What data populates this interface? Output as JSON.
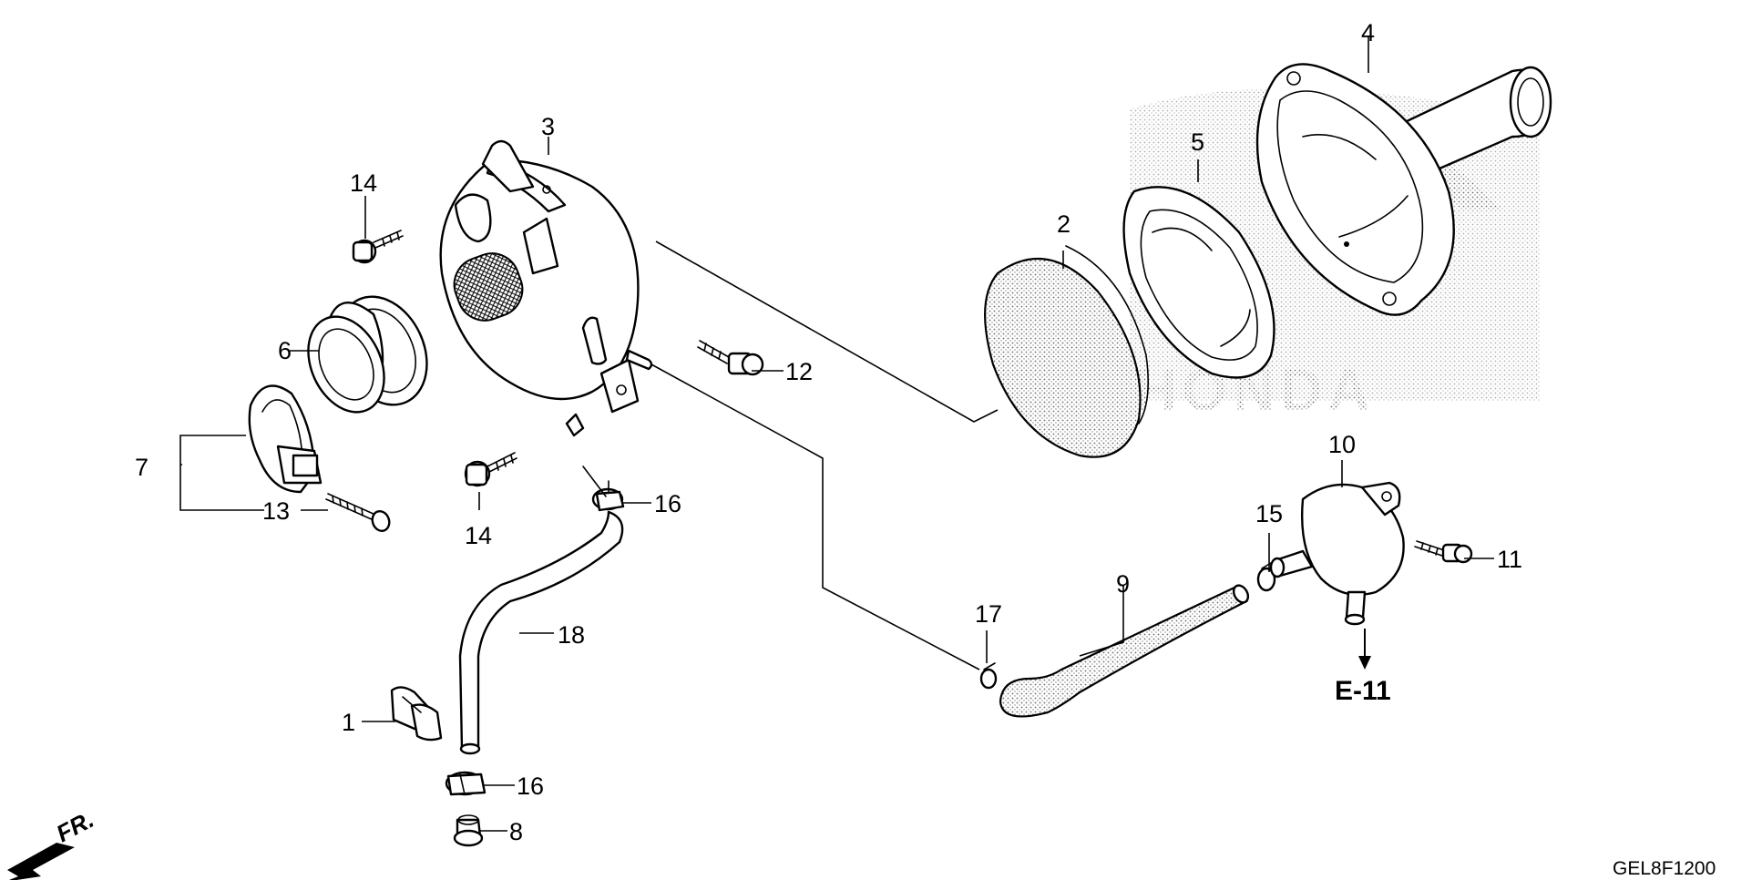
{
  "diagram_code": "GEL8F1200",
  "reference": {
    "label": "E-11"
  },
  "orientation": {
    "label": "FR."
  },
  "watermark": {
    "text": "HONDA"
  },
  "callouts": {
    "c1": "1",
    "c2": "2",
    "c3": "3",
    "c4": "4",
    "c5": "5",
    "c6": "6",
    "c7": "7",
    "c8": "8",
    "c9": "9",
    "c10": "10",
    "c11": "11",
    "c12": "12",
    "c13": "13",
    "c14a": "14",
    "c14b": "14",
    "c15": "15",
    "c16a": "16",
    "c16b": "16",
    "c17": "17",
    "c18": "18"
  }
}
